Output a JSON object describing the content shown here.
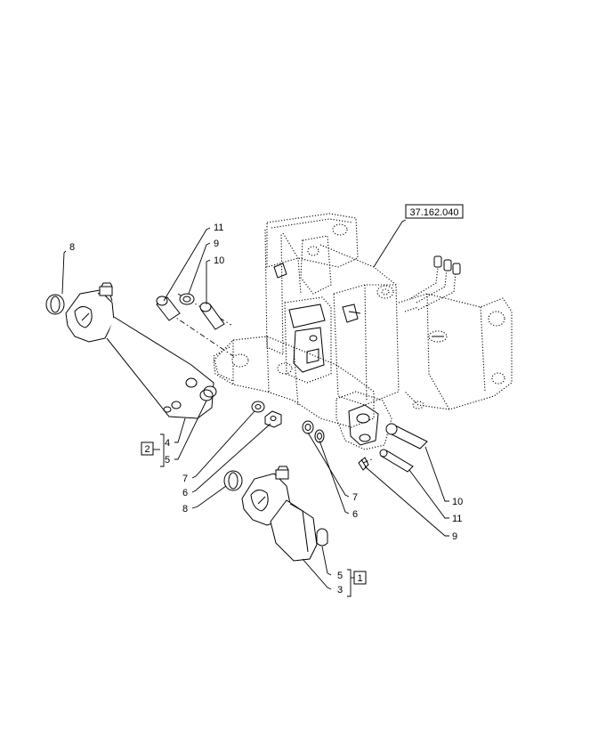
{
  "diagram": {
    "reference_box": "37.162.040",
    "group_boxes": [
      "2",
      "1"
    ],
    "callouts": [
      "8",
      "11",
      "9",
      "10",
      "4",
      "5",
      "7",
      "6",
      "8",
      "7",
      "6",
      "10",
      "11",
      "9",
      "5",
      "3"
    ]
  }
}
